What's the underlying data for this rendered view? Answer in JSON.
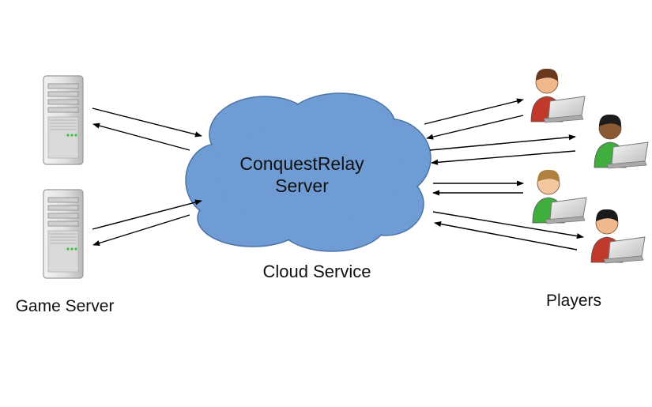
{
  "diagram": {
    "cloud": {
      "title_line1": "ConquestRelay",
      "title_line2": "Server",
      "caption": "Cloud Service",
      "fill_color": "#6f9cd4",
      "stroke_color": "#4d74a6"
    },
    "servers": {
      "label": "Game Server",
      "count": 2
    },
    "players": {
      "label": "Players",
      "count": 4,
      "shirt_colors": [
        "#c0392b",
        "#3fae3f",
        "#3fae3f",
        "#c0392b"
      ],
      "skin_colors": [
        "#f0b98d",
        "#8a5a35",
        "#f3c8a0",
        "#f0b98d"
      ],
      "hair_colors": [
        "#6b3a1e",
        "#1d1d1d",
        "#b08040",
        "#1a1a1a"
      ]
    },
    "arrow_color": "#000000"
  }
}
